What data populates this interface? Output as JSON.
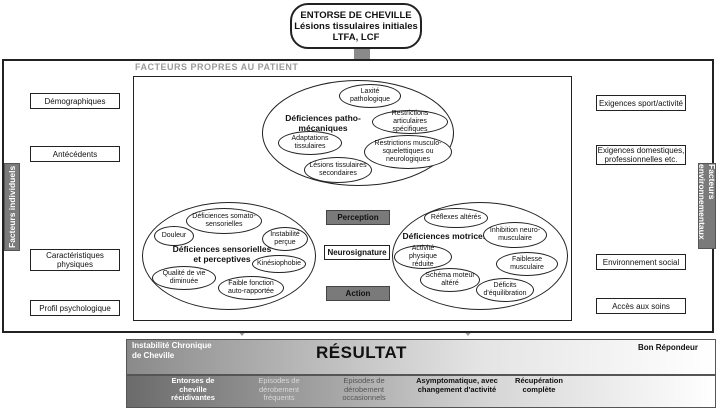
{
  "top_box": {
    "line1": "ENTORSE DE CHEVILLE",
    "line2": "Lésions tissulaires initiales",
    "line3": "LTFA, LCF"
  },
  "facteurs_title": "FACTEURS PROPRES AU PATIENT",
  "left_bar": "Facteurs individuels",
  "right_bar": "Facteurs environnementaux",
  "left_items": [
    "Démographiques",
    "Antécédents",
    "Caractéristiques physiques",
    "Profil psychologique"
  ],
  "right_items": [
    "Exigences sport/activité",
    "Exigences domestiques, professionnelles etc.",
    "Environnement social",
    "Accès aux soins"
  ],
  "patho": {
    "title": "Déficiences patho-mécaniques",
    "laxite": "Laxité pathologique",
    "restrictions_art": "Restrictions articulaires spécifiques",
    "adaptations": "Adaptations tissulaires",
    "restrictions_musc": "Restrictions musculo-squelettiques ou neurologiques",
    "lesions": "Lésions tissulaires secondaires"
  },
  "sens": {
    "title": "Déficiences sensorielles et perceptives",
    "douleur": "Douleur",
    "somato": "Déficiences somato-sensorielles",
    "instab": "Instabilité perçue",
    "qualite": "Qualité de vie diminuée",
    "faible": "Faible fonction auto-rapportée",
    "kines": "Kinésiophobie"
  },
  "motr": {
    "title": "Déficiences motrices",
    "reflexes": "Réflexes altérés",
    "inhibition": "Inhibition neuro-musculaire",
    "activite": "Activité physique réduite",
    "faiblesse": "Faiblesse musculaire",
    "schema": "Schéma moteur altéré",
    "deficits": "Déficits d'équilibration"
  },
  "center": {
    "perception": "Perception",
    "neuro": "Neurosignature",
    "action": "Action"
  },
  "result": {
    "left": "Instabilité Chronique de Cheville",
    "title": "RÉSULTAT",
    "right": "Bon Répondeur"
  },
  "outcomes": [
    "Entorses de cheville récidivantes",
    "Episodes de dérobement fréquents",
    "Episodes de dérobement occasionnels",
    "Asymptomatique, avec changement d'activité",
    "Récupération complète"
  ]
}
